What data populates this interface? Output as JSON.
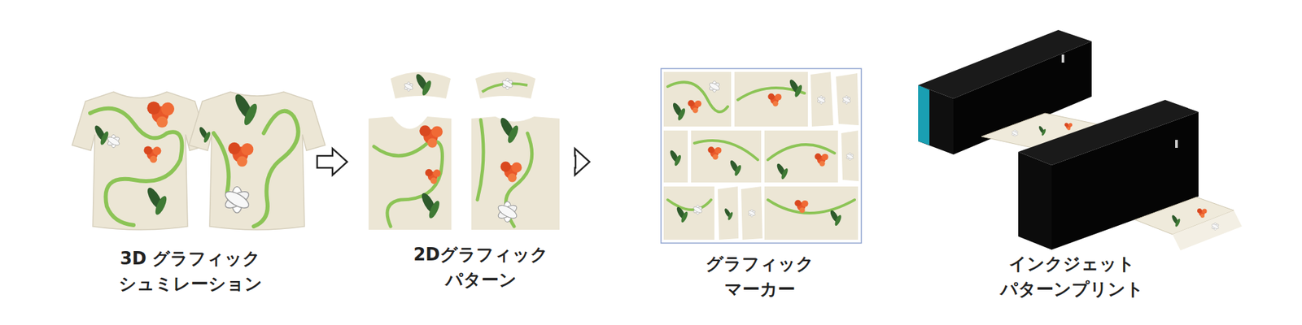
{
  "diagram": {
    "nodes": [
      {
        "text": [
          "3D グラフィック シュミレーション"
        ]
      },
      {
        "text": [
          "2Dグラフィック パターン"
        ]
      },
      {
        "text": [
          "グラフィック マーカー"
        ]
      },
      {
        "text": [
          "インクジェット パターンプリント"
        ]
      }
    ],
    "edges": [
      {
        "from": 0,
        "to": 1,
        "arrow": "to"
      },
      {
        "from": 1,
        "to": 2,
        "arrow": "to"
      }
    ]
  }
}
